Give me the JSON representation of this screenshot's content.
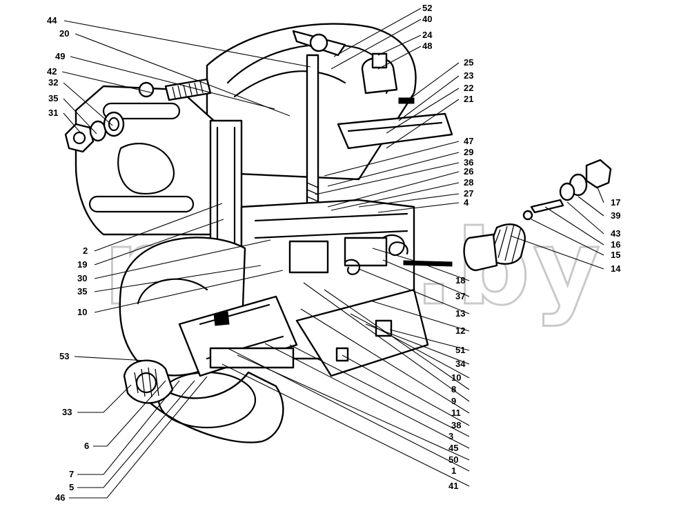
{
  "watermark": "moto.by",
  "labels": [
    "44",
    "20",
    "49",
    "42",
    "32",
    "35",
    "31",
    "52",
    "40",
    "24",
    "48",
    "25",
    "23",
    "22",
    "21",
    "47",
    "29",
    "36",
    "26",
    "28",
    "27",
    "4",
    "17",
    "39",
    "43",
    "16",
    "15",
    "14",
    "2",
    "19",
    "30",
    "35",
    "10",
    "53",
    "33",
    "6",
    "7",
    "5",
    "46",
    "18",
    "37",
    "13",
    "12",
    "51",
    "34",
    "10",
    "8",
    "9",
    "11",
    "38",
    "3",
    "45",
    "50",
    "1",
    "41"
  ]
}
